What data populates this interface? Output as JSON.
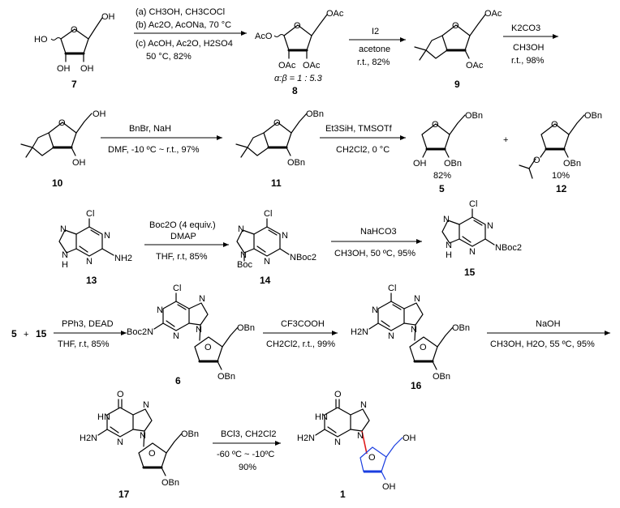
{
  "compounds": {
    "c7": "7",
    "c8": "8",
    "c9": "9",
    "c10": "10",
    "c11": "11",
    "c5": "5",
    "c12": "12",
    "c13": "13",
    "c14": "14",
    "c15": "15",
    "c6": "6",
    "c16": "16",
    "c17": "17",
    "c1": "1"
  },
  "row1": {
    "step1_a": "(a) CH3OH, CH3COCl",
    "step1_b": "(b) Ac2O, AcONa, 70 °C",
    "step1_c": "(c) AcOH, Ac2O, H2SO4",
    "step1_d": "50 °C, 82%",
    "anomer_ratio": "α:β = 1 : 5.3",
    "step2_top": "I2",
    "step2_b1": "acetone",
    "step2_b2": "r.t., 82%",
    "step3_top": "K2CO3",
    "step3_b1": "CH3OH",
    "step3_b2": "r.t., 98%"
  },
  "row2": {
    "step4_top": "BnBr, NaH",
    "step4_bottom": "DMF, -10 ºC ~ r.t., 97%",
    "step5_top": "Et3SiH, TMSOTf",
    "step5_bottom": "CH2Cl2, 0 °C",
    "plus": "+",
    "yield5": "82%",
    "yield12": "10%"
  },
  "row3": {
    "step6_t1": "Boc2O (4 equiv.)",
    "step6_t2": "DMAP",
    "step6_bottom": "THF, r.t, 85%",
    "step7_top": "NaHCO3",
    "step7_bottom": "CH3OH, 50 ºC, 95%"
  },
  "row4": {
    "react_a": "5",
    "plus": "+",
    "react_b": "15",
    "step8_top": "PPh3, DEAD",
    "step8_bottom": "THF, r.t, 85%",
    "step9_top": "CF3COOH",
    "step9_bottom": "CH2Cl2, r.t., 99%",
    "step10_top": "NaOH",
    "step10_bottom": "CH3OH, H2O, 55 ºC, 95%"
  },
  "row5": {
    "step11_top": "BCl3, CH2Cl2",
    "step11_b1": "-60 ºC ~ -10ºC",
    "step11_b2": "90%"
  },
  "atoms": {
    "HO": "HO",
    "OH": "OH",
    "O": "O",
    "AcO": "AcO",
    "OAc": "OAc",
    "OBn": "OBn",
    "Cl": "Cl",
    "N": "N",
    "H": "H",
    "NH2": "NH2",
    "H2N": "H2N",
    "Boc": "Boc",
    "NBoc2": "NBoc2",
    "Boc2N": "Boc2N",
    "NH": "NH",
    "HN": "HN"
  },
  "colors": {
    "blue": "#1a3ee0",
    "red": "#e01a1a"
  }
}
